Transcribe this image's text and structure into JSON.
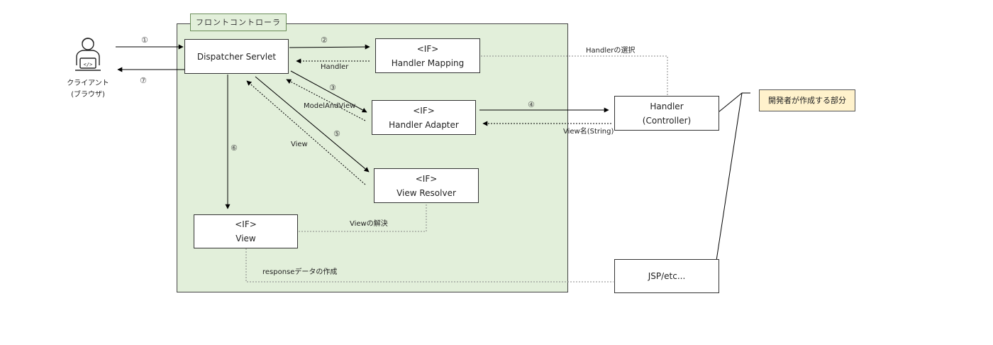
{
  "front_controller": {
    "title": "フロントコントローラ"
  },
  "client": {
    "line1": "クライアント",
    "line2": "(ブラウザ)",
    "icon": "developer-person-icon"
  },
  "boxes": {
    "dispatcher": {
      "line1": "Dispatcher Servlet"
    },
    "handler_mapping": {
      "line1": "<IF>",
      "line2": "Handler Mapping"
    },
    "handler_adapter": {
      "line1": "<IF>",
      "line2": "Handler Adapter"
    },
    "view_resolver": {
      "line1": "<IF>",
      "line2": "View Resolver"
    },
    "view": {
      "line1": "<IF>",
      "line2": "View"
    },
    "handler": {
      "line1": "Handler",
      "line2": "(Controller)"
    },
    "jsp": {
      "line1": "JSP/etc..."
    }
  },
  "note": {
    "text": "開発者が作成する部分"
  },
  "steps": {
    "s1": "①",
    "s2": "②",
    "s3": "③",
    "s4": "④",
    "s5": "⑤",
    "s6": "⑥",
    "s7": "⑦"
  },
  "labels": {
    "handler_return": "Handler",
    "model_and_view": "ModelAndView",
    "view_return": "View",
    "view_name": "View名(String)",
    "handler_select": "Handlerの選択",
    "view_resolve": "Viewの解決",
    "response_create": "responseデータの作成"
  }
}
